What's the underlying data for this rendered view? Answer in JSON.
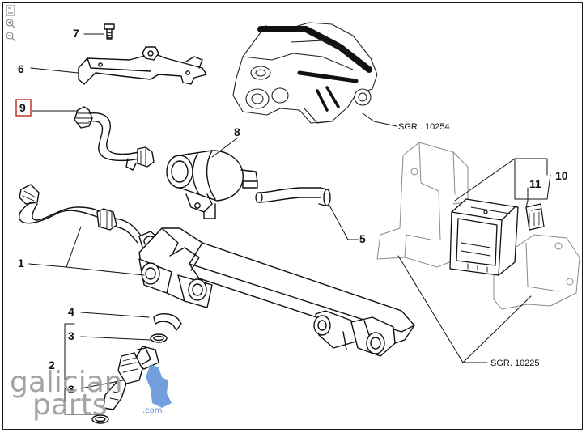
{
  "toolbar": {
    "items": [
      {
        "name": "fit-page-icon"
      },
      {
        "name": "zoom-in-icon"
      },
      {
        "name": "zoom-out-icon"
      }
    ]
  },
  "callouts": {
    "c1": "1",
    "c2": "2",
    "c3a": "3",
    "c3b": "3",
    "c4": "4",
    "c5": "5",
    "c6": "6",
    "c7": "7",
    "c8": "8",
    "c9": "9",
    "c10": "10",
    "c11": "11"
  },
  "references": {
    "top": "SGR . 10254",
    "bottom": "SGR. 10225"
  },
  "watermark": {
    "line1": "galician",
    "line2": "parts",
    "suffix": ".com"
  },
  "colors": {
    "line": "#111111",
    "highlight_box": "#c0392b",
    "watermark_grey": "#9a9a9a",
    "watermark_blue": "#5b8fd6",
    "ghost_part": "#8a8a8a"
  }
}
